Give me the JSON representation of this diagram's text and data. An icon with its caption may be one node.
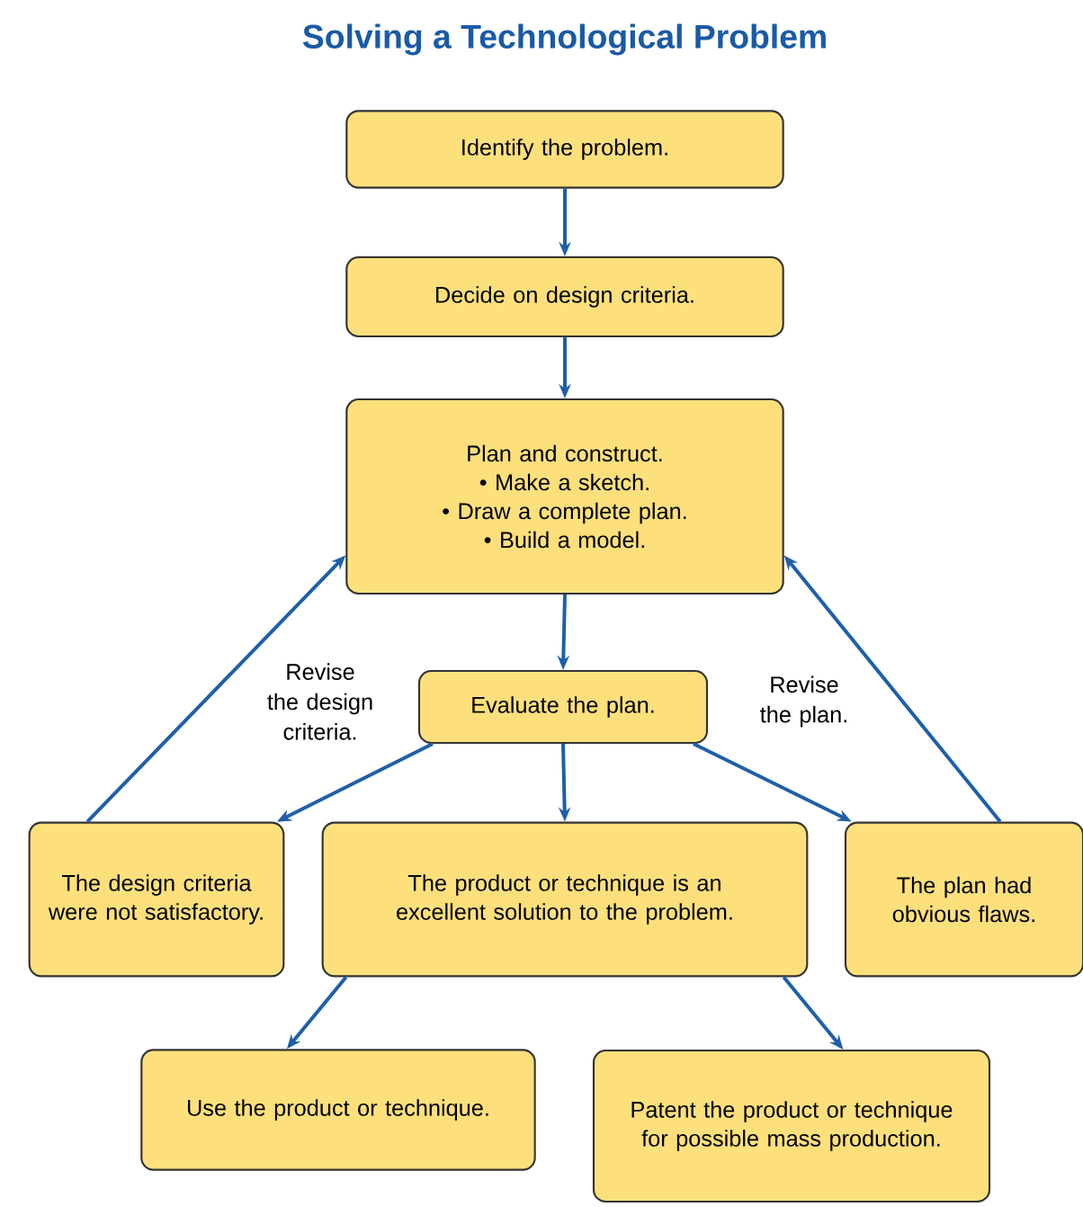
{
  "diagram": {
    "title": "Solving a Technological Problem",
    "nodes": [
      {
        "text": [
          "Identify the problem."
        ]
      },
      {
        "text": [
          "Decide on design criteria."
        ]
      },
      {
        "text": [
          "Plan and construct.",
          "• Make a sketch.",
          "• Draw a complete plan.",
          "• Build a model."
        ]
      },
      {
        "text": [
          "Evaluate the plan."
        ]
      },
      {
        "text": [
          "The design criteria were not satisfactory."
        ]
      },
      {
        "text": [
          "The product or technique is an excellent solution to the problem."
        ]
      },
      {
        "text": [
          "The plan had obvious flaws."
        ]
      },
      {
        "text": [
          "Use the product or technique."
        ]
      },
      {
        "text": [
          "Patent the product or technique for possible mass production."
        ]
      }
    ],
    "edges": [
      {
        "from": 0,
        "to": 1,
        "arrow": "to"
      },
      {
        "from": 1,
        "to": 2,
        "arrow": "to"
      },
      {
        "from": 2,
        "to": 3,
        "arrow": "to"
      },
      {
        "from": 3,
        "to": 4,
        "arrow": "to"
      },
      {
        "from": 3,
        "to": 5,
        "arrow": "to"
      },
      {
        "from": 3,
        "to": 6,
        "arrow": "to"
      },
      {
        "from": 4,
        "to": 2,
        "arrow": "to",
        "label": "Revise the design criteria."
      },
      {
        "from": 6,
        "to": 2,
        "arrow": "to",
        "label": "Revise the plan."
      },
      {
        "from": 5,
        "to": 7,
        "arrow": "to"
      },
      {
        "from": 5,
        "to": 8,
        "arrow": "to"
      }
    ]
  }
}
